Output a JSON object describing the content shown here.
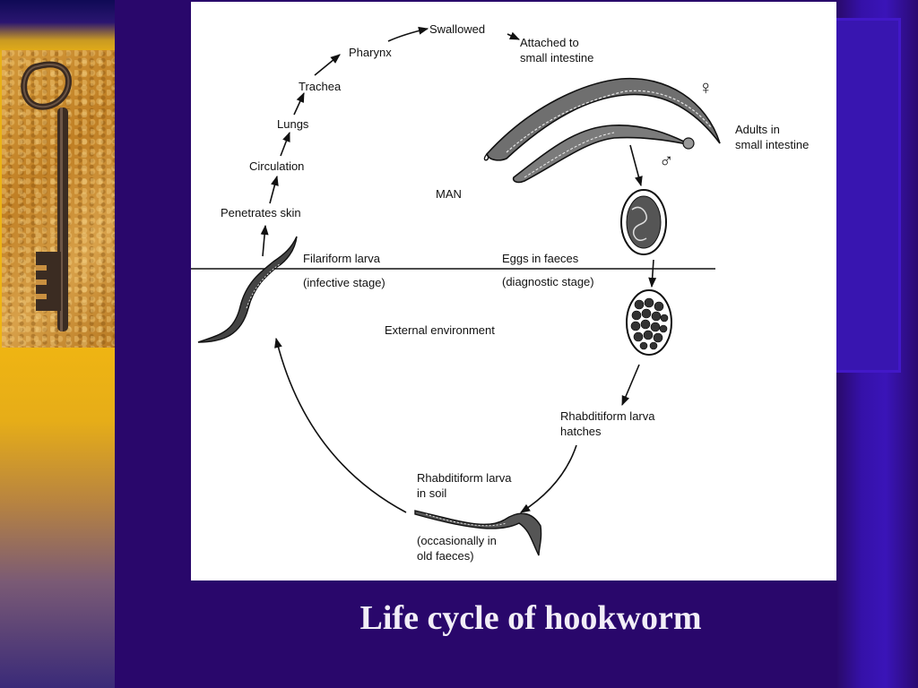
{
  "slide": {
    "title": "Life cycle of hookworm"
  },
  "diagram": {
    "labels": {
      "swallowed": "Swallowed",
      "pharynx": "Pharynx",
      "trachea": "Trachea",
      "lungs": "Lungs",
      "circulation": "Circulation",
      "penetrates_skin": "Penetrates skin",
      "attached": "Attached to\nsmall intestine",
      "adults": "Adults in\nsmall intestine",
      "female_symbol": "♀",
      "male_symbol": "♂",
      "man": "MAN",
      "filariform": "Filariform larva",
      "infective": "(infective stage)",
      "eggs_faeces": "Eggs in faeces",
      "diagnostic": "(diagnostic stage)",
      "external": "External environment",
      "rhabditiform_hatches": "Rhabditiform larva\nhatches",
      "rhabditiform_soil": "Rhabditiform larva\nin soil",
      "occasionally": "(occasionally in\nold faeces)"
    }
  },
  "colors": {
    "slide_background": "#29076b",
    "title_text": "#f2eef7",
    "left_band": "#f0b512",
    "right_band": "#3a14b8"
  }
}
